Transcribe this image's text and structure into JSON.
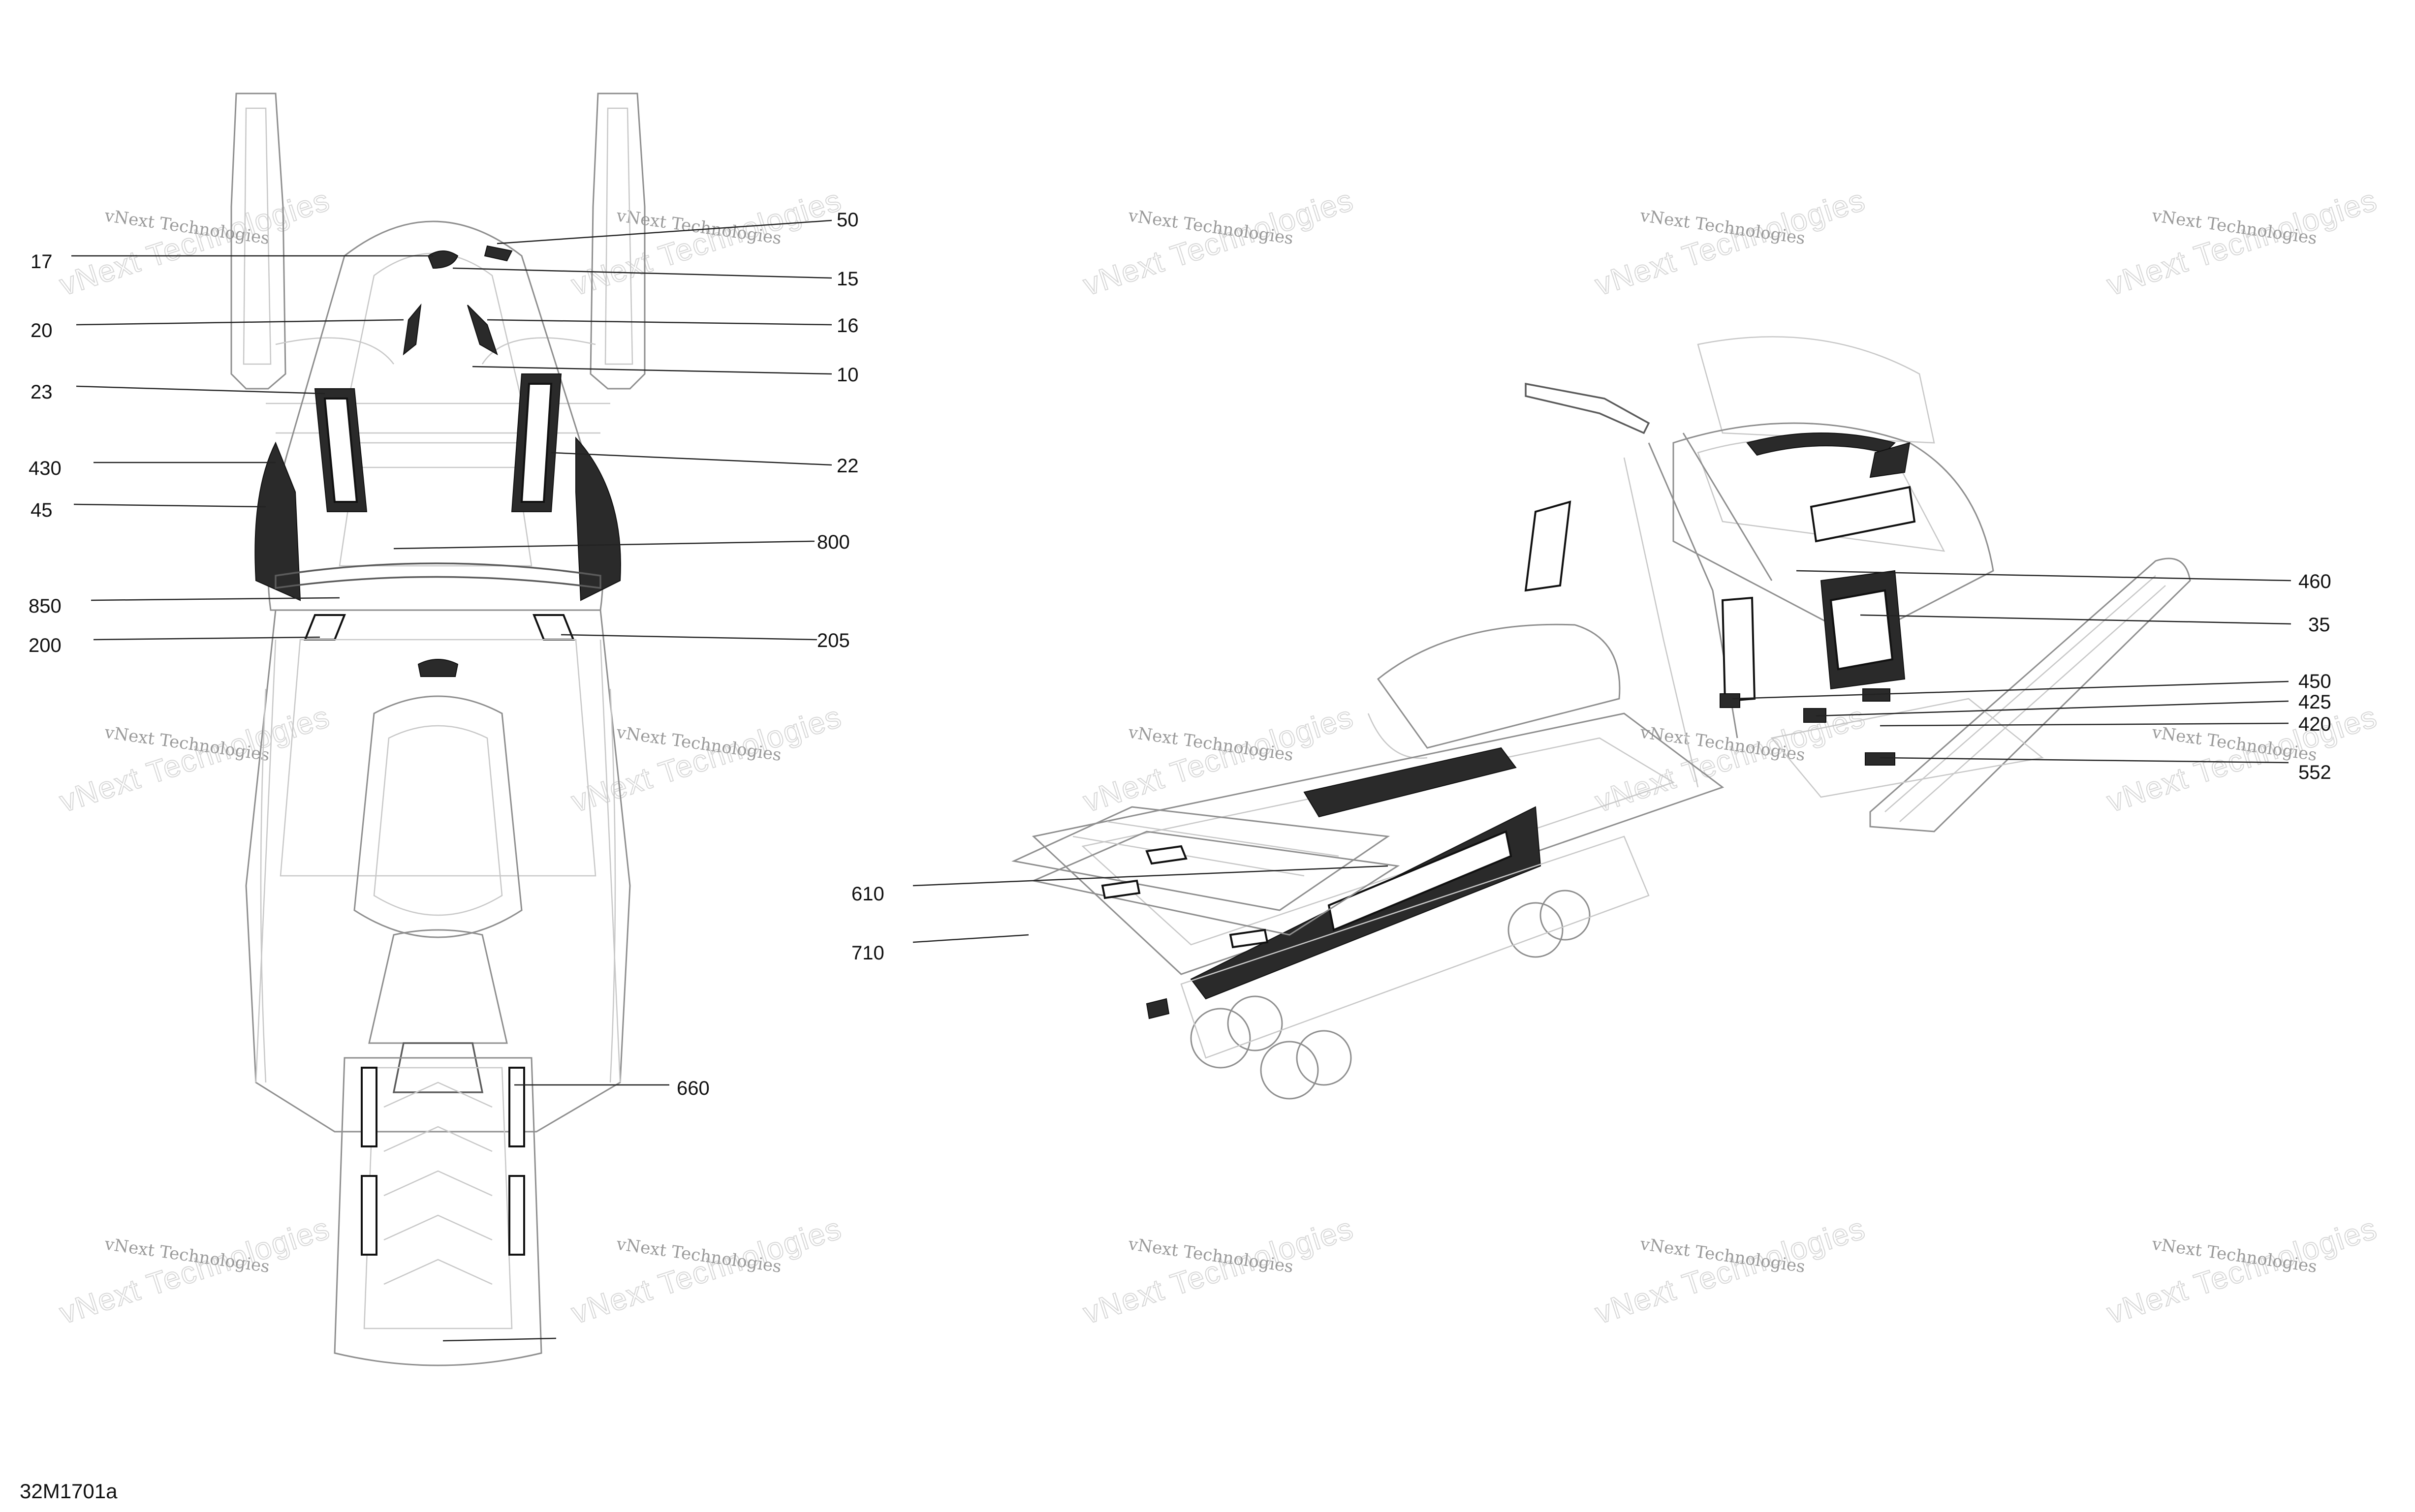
{
  "diagram": {
    "code": "32M1701a",
    "watermark": {
      "line1": "vNext Technologies",
      "line2": "vNext Technologies"
    },
    "callouts_top_view": [
      {
        "id": "17",
        "label": "17"
      },
      {
        "id": "20",
        "label": "20"
      },
      {
        "id": "23",
        "label": "23"
      },
      {
        "id": "430",
        "label": "430"
      },
      {
        "id": "45",
        "label": "45"
      },
      {
        "id": "850",
        "label": "850"
      },
      {
        "id": "200",
        "label": "200"
      },
      {
        "id": "50",
        "label": "50"
      },
      {
        "id": "15",
        "label": "15"
      },
      {
        "id": "16",
        "label": "16"
      },
      {
        "id": "10",
        "label": "10"
      },
      {
        "id": "22",
        "label": "22"
      },
      {
        "id": "800",
        "label": "800"
      },
      {
        "id": "205",
        "label": "205"
      },
      {
        "id": "660",
        "label": "660"
      }
    ],
    "callouts_side_view": [
      {
        "id": "460",
        "label": "460"
      },
      {
        "id": "35",
        "label": "35"
      },
      {
        "id": "450",
        "label": "450"
      },
      {
        "id": "425",
        "label": "425"
      },
      {
        "id": "420",
        "label": "420"
      },
      {
        "id": "552",
        "label": "552"
      },
      {
        "id": "610",
        "label": "610"
      },
      {
        "id": "710",
        "label": "710"
      }
    ]
  }
}
